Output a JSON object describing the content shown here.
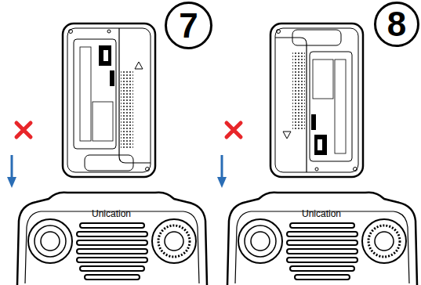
{
  "diagram": {
    "nodes": [
      {
        "text": [
          "7"
        ]
      },
      {
        "text": [
          "8"
        ]
      }
    ],
    "labels": [
      "Unication",
      "Unication"
    ]
  }
}
